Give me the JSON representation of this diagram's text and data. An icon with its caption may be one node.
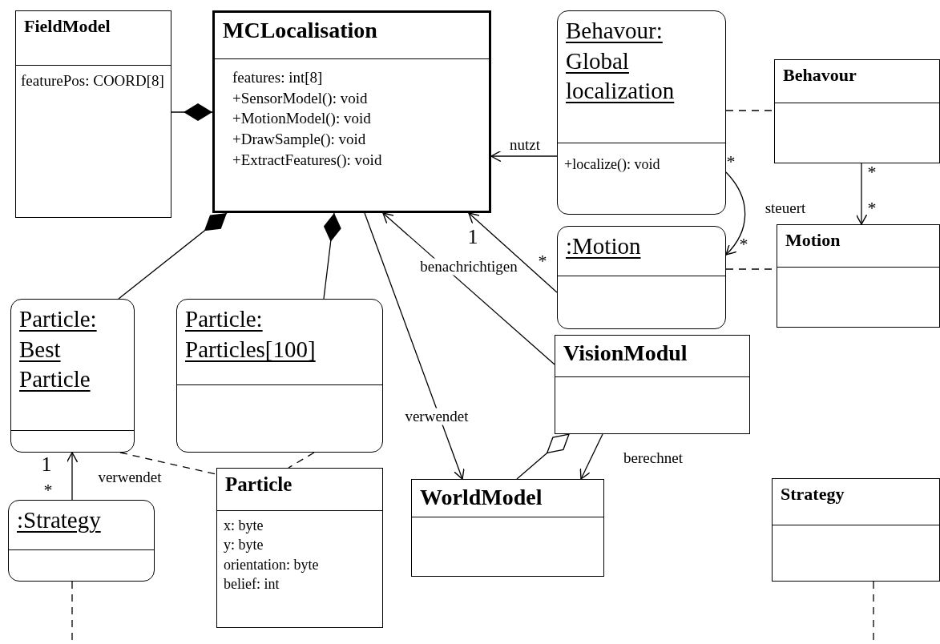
{
  "diagram": {
    "nodes": [
      {
        "text": [
          "FieldModel",
          "featurePos: COORD[8]"
        ]
      },
      {
        "text": [
          "MCLocalisation",
          "features: int[8]",
          "+SensorModel(): void",
          "+MotionModel(): void",
          "+DrawSample(): void",
          "+ExtractFeatures(): void"
        ]
      },
      {
        "text": [
          "Behavour: Global localization",
          "+localize(): void"
        ]
      },
      {
        "text": [
          "Behavour"
        ]
      },
      {
        "text": [
          ":Motion"
        ]
      },
      {
        "text": [
          "Motion"
        ]
      },
      {
        "text": [
          "Particle: Best Particle"
        ]
      },
      {
        "text": [
          "Particle: Particles[100]"
        ]
      },
      {
        "text": [
          "VisionModul"
        ]
      },
      {
        "text": [
          ":Strategy"
        ]
      },
      {
        "text": [
          "Particle",
          "x: byte",
          "y: byte",
          "orientation: byte",
          "belief: int"
        ]
      },
      {
        "text": [
          "WorldModel"
        ]
      },
      {
        "text": [
          "Strategy"
        ]
      }
    ],
    "edges": [
      {
        "from": 0,
        "to": 1,
        "arrow": "other"
      },
      {
        "from": 6,
        "to": 1,
        "arrow": "other"
      },
      {
        "from": 7,
        "to": 1,
        "arrow": "other"
      },
      {
        "from": 2,
        "to": 1,
        "arrow": "to",
        "label": "nutzt"
      },
      {
        "from": 2,
        "to": 4,
        "arrow": "to"
      },
      {
        "from": 4,
        "to": 1,
        "arrow": "to",
        "label": "benachrichtigen"
      },
      {
        "from": 1,
        "to": 11,
        "arrow": "to",
        "label": "verwendet"
      },
      {
        "from": 8,
        "to": 1,
        "arrow": "to"
      },
      {
        "from": 11,
        "to": 8,
        "arrow": "other"
      },
      {
        "from": 8,
        "to": 11,
        "arrow": "to",
        "label": "berechnet"
      },
      {
        "from": 9,
        "to": 6,
        "arrow": "to",
        "label": "verwendet"
      },
      {
        "from": 6,
        "to": 10,
        "arrow": "none",
        "style": "dashed"
      },
      {
        "from": 7,
        "to": 10,
        "arrow": "none",
        "style": "dashed"
      },
      {
        "from": 2,
        "to": 3,
        "arrow": "none",
        "style": "dashed"
      },
      {
        "from": 4,
        "to": 5,
        "arrow": "none",
        "style": "dashed"
      },
      {
        "from": 3,
        "to": 5,
        "arrow": "to",
        "label": "steuert"
      },
      {
        "from": 9,
        "to": null,
        "arrow": "none",
        "style": "dashed"
      },
      {
        "from": 12,
        "to": null,
        "arrow": "none",
        "style": "dashed"
      }
    ],
    "labels": [
      "*",
      "*",
      "*",
      "1",
      "*",
      "*",
      "1",
      "*"
    ]
  }
}
